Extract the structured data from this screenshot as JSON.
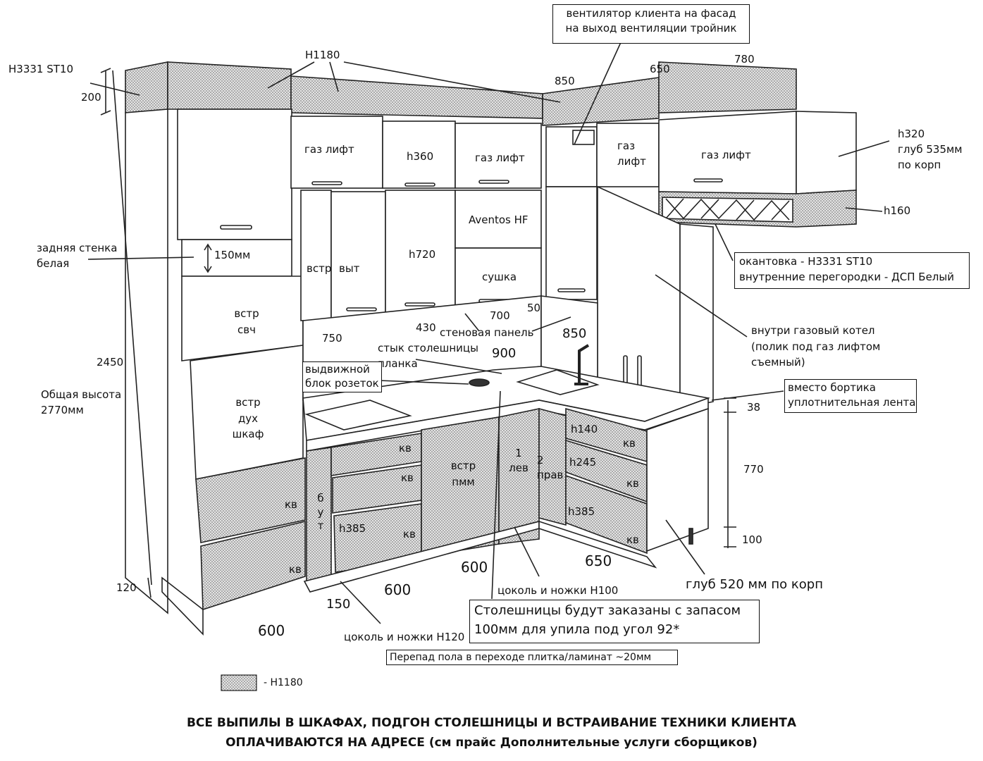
{
  "colors": {
    "line": "#222222",
    "dotted_fill": "#d8d8d8",
    "panel": "#ffffff"
  },
  "top": {
    "ventilator_note": [
      "вентилятор клиента на фасад",
      "на выход вентиляции тройник"
    ],
    "h3331": "H3331 ST10",
    "h1180": "H1180",
    "cornice_850": "850",
    "cornice_650": "650",
    "cornice_780": "780",
    "dim_200": "200"
  },
  "left": {
    "back_wall": [
      "задняя стенка",
      "белая"
    ],
    "dim_150mm": "150мм",
    "dim_2450": "2450",
    "total_height": [
      "Общая высота",
      "2770мм"
    ],
    "dim_120": "120"
  },
  "tall_column": {
    "microwave": [
      "встр",
      "свч"
    ],
    "oven": [
      "встр",
      "дух",
      "шкаф"
    ],
    "kv_top": "кв",
    "kv_bottom": "кв"
  },
  "upper_cabinets": {
    "gas_lift_1": "газ лифт",
    "h360": "h360",
    "gas_lift_2": "газ лифт",
    "gas_lift_3": [
      "газ",
      "лифт"
    ],
    "gas_lift_4": "газ лифт",
    "aventos": "Aventos HF",
    "h720": "h720",
    "sushka": "сушка",
    "vstr": "встр",
    "vyt": "выт",
    "h320": [
      "h320",
      "глуб 535мм",
      "по корп"
    ],
    "h160": "h160"
  },
  "edge_note": [
    "окантовка - H3331 ST10",
    "внутренние перегородки - ДСП Белый"
  ],
  "boiler_note": [
    "внутри газовый котел",
    "(полик под газ лифтом",
    "съемный)"
  ],
  "wall_panel": {
    "dim_750": "750",
    "dim_430": "430",
    "dim_700": "700",
    "dim_50": "50",
    "dim_850": "850",
    "dim_900": "900",
    "panel_label": "стеновая панель",
    "joint_label": [
      "стык столешницы",
      "планка"
    ]
  },
  "socket_block": [
    "выдвижной",
    "блок розеток"
  ],
  "seal_note": [
    "вместо бортика",
    "уплотнительная лента"
  ],
  "base_cabinets": {
    "kv1": "кв",
    "kv2": "кв",
    "but": [
      "б",
      "у",
      "т"
    ],
    "h385_left": "h385",
    "kv3": "кв",
    "dishwasher": [
      "встр",
      "пмм"
    ],
    "lev": [
      "1",
      "лев"
    ],
    "prav": [
      "2",
      "прав"
    ],
    "h140": "h140",
    "kv4": "кв",
    "h245": "h245",
    "kv5": "кв",
    "h385_right": "h385",
    "kv6": "кв"
  },
  "dims": {
    "d38": "38",
    "d770": "770",
    "d100": "100",
    "d600_a": "600",
    "d600_b": "600",
    "d600_c": "600",
    "d650": "650",
    "d150": "150"
  },
  "notes": {
    "plinth_h100": "цоколь и ножки H100",
    "plinth_h120": "цоколь и ножки H120",
    "depth_520": "глуб 520 мм по корп",
    "countertop_note": [
      "Столешницы будут заказаны с запасом",
      "100мм для упила под угол 92*"
    ],
    "floor_note": "Перепад пола в переходе плитка/ламинат ~20мм",
    "legend_h1180": "- H1180"
  },
  "footer": [
    "ВСЕ ВЫПИЛЫ В ШКАФАХ, ПОДГОН СТОЛЕШНИЦЫ И ВСТРАИВАНИЕ ТЕХНИКИ КЛИЕНТА",
    "ОПЛАЧИВАЮТСЯ НА АДРЕСЕ (см прайс Дополнительные услуги сборщиков)"
  ]
}
